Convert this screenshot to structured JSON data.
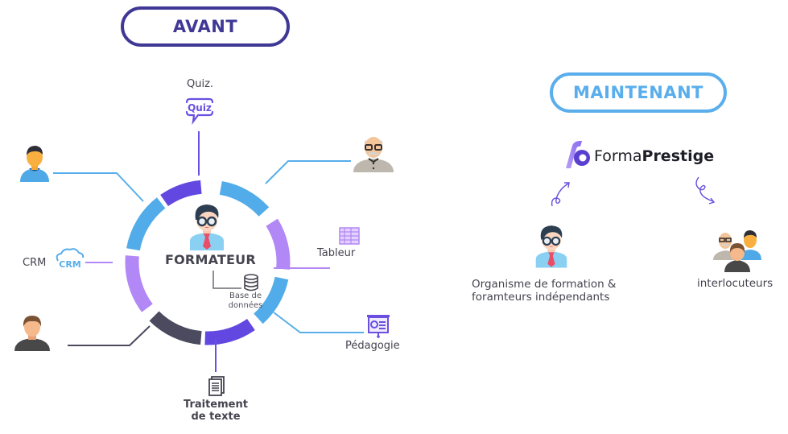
{
  "before": {
    "badge_label": "AVANT",
    "badge_color": "#3f3895",
    "center": {
      "title": "FORMATEUR",
      "icon": "trainer-avatar-icon"
    },
    "database": {
      "label_line1": "Base de",
      "label_line2": "données",
      "icon": "database-icon"
    },
    "tools": [
      {
        "id": "quiz",
        "label": "Quiz.",
        "icon_text": "Quiz",
        "icon": "quiz-bubble-icon",
        "color": "#6a4fe0"
      },
      {
        "id": "tableur",
        "label": "Tableur",
        "icon": "spreadsheet-icon",
        "color": "#b387f5"
      },
      {
        "id": "pedagogie",
        "label": "Pédagogie",
        "icon": "presentation-board-icon",
        "color": "#6a4fe0"
      },
      {
        "id": "traitement",
        "label_line1": "Traitement",
        "label_line2": "de texte",
        "icon": "document-icon",
        "color": "#4a4960"
      },
      {
        "id": "crm",
        "label": "CRM",
        "icon_text": "CRM",
        "icon": "crm-cloud-icon",
        "color": "#58aeea"
      }
    ],
    "people": [
      {
        "id": "person-top-left",
        "icon": "young-man-avatar-icon"
      },
      {
        "id": "person-bottom-left",
        "icon": "man-avatar-icon"
      },
      {
        "id": "person-top-right",
        "icon": "old-man-avatar-icon"
      }
    ],
    "ring_colors": {
      "purple_dark": "#6248e0",
      "blue": "#51ace9",
      "lilac": "#b287f6",
      "slate": "#4b4a5e"
    }
  },
  "after": {
    "badge_label": "MAINTENANT",
    "badge_color": "#5aaeeb",
    "brand": {
      "name_light": "Forma",
      "name_bold": "Prestige",
      "icon": "formaprestige-logo-icon"
    },
    "org": {
      "label_line1": "Organisme de formation &",
      "label_line2": "foramteurs indépendants",
      "icon": "trainer-avatar-icon"
    },
    "contacts": {
      "label": "interlocuteurs",
      "icon": "group-avatars-icon"
    },
    "arrows": [
      {
        "icon": "curly-arrow-up-icon"
      },
      {
        "icon": "curly-arrow-down-icon"
      }
    ]
  }
}
